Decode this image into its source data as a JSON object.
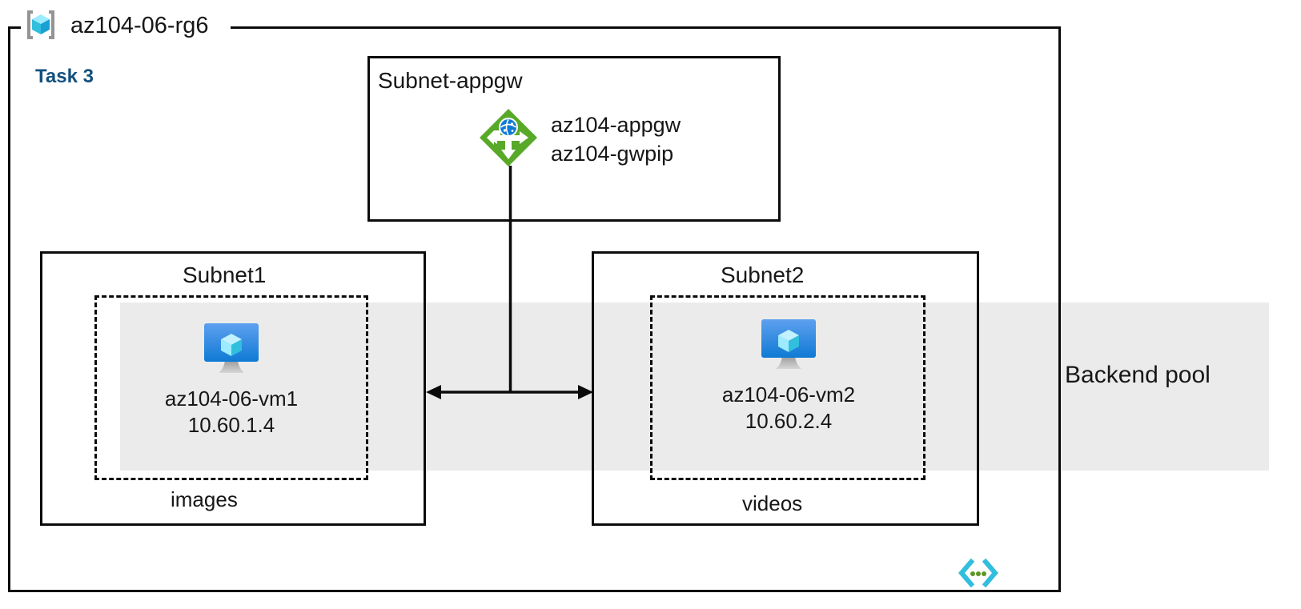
{
  "diagram": {
    "title": "az104-06-rg6",
    "task_label": "Task 3",
    "resource_group_icon": "resource-group-cube-icon",
    "code_icon": "code-brackets-icon",
    "colors": {
      "border": "#0b0b0b",
      "task_text": "#12507e",
      "backend_band": "#ebebeb",
      "appgw_green": "#59a929",
      "vm_blue": "#0f7ad4",
      "cube_cyan": "#32bedd",
      "code_cyan": "#32bedd",
      "code_green": "#5e9624"
    }
  },
  "backend_pool": {
    "label": "Backend pool"
  },
  "subnets": [
    {
      "id": "subnet-appgw",
      "title": "Subnet-appgw",
      "resource": {
        "icon": "application-gateway-icon",
        "lines": [
          "az104-appgw",
          "az104-gwpip"
        ]
      }
    },
    {
      "id": "subnet1",
      "title": "Subnet1",
      "group_label": "images",
      "vm": {
        "icon": "virtual-machine-icon",
        "name": "az104-06-vm1",
        "ip": "10.60.1.4"
      }
    },
    {
      "id": "subnet2",
      "title": "Subnet2",
      "group_label": "videos",
      "vm": {
        "icon": "virtual-machine-icon",
        "name": "az104-06-vm2",
        "ip": "10.60.2.4"
      }
    }
  ]
}
